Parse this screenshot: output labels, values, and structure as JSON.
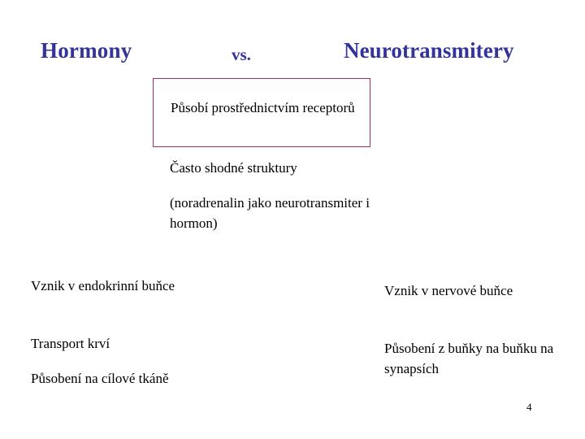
{
  "slide": {
    "page_number": "4",
    "background_color": "#ffffff",
    "title_color": "#333399",
    "box_border_color": "#993366",
    "body_text_color": "#000000"
  },
  "title": {
    "left": "Hormony",
    "separator": "vs.",
    "right": "Neurotransmitery"
  },
  "shared": {
    "boxed_note": "Působí prostřednictvím receptorů",
    "note_1": "Často shodné struktury",
    "note_2": "(noradrenalin jako neurotransmiter i hormon)"
  },
  "columns": {
    "left": {
      "heading": "Hormony",
      "items": [
        "Vznik v endokrinní buňce",
        "Transport krví",
        "Působení na cílové tkáně"
      ]
    },
    "right": {
      "heading": "Neurotransmitery",
      "items": [
        "Vznik v nervové buňce",
        "Působení z buňky na buňku na synapsích"
      ]
    }
  }
}
